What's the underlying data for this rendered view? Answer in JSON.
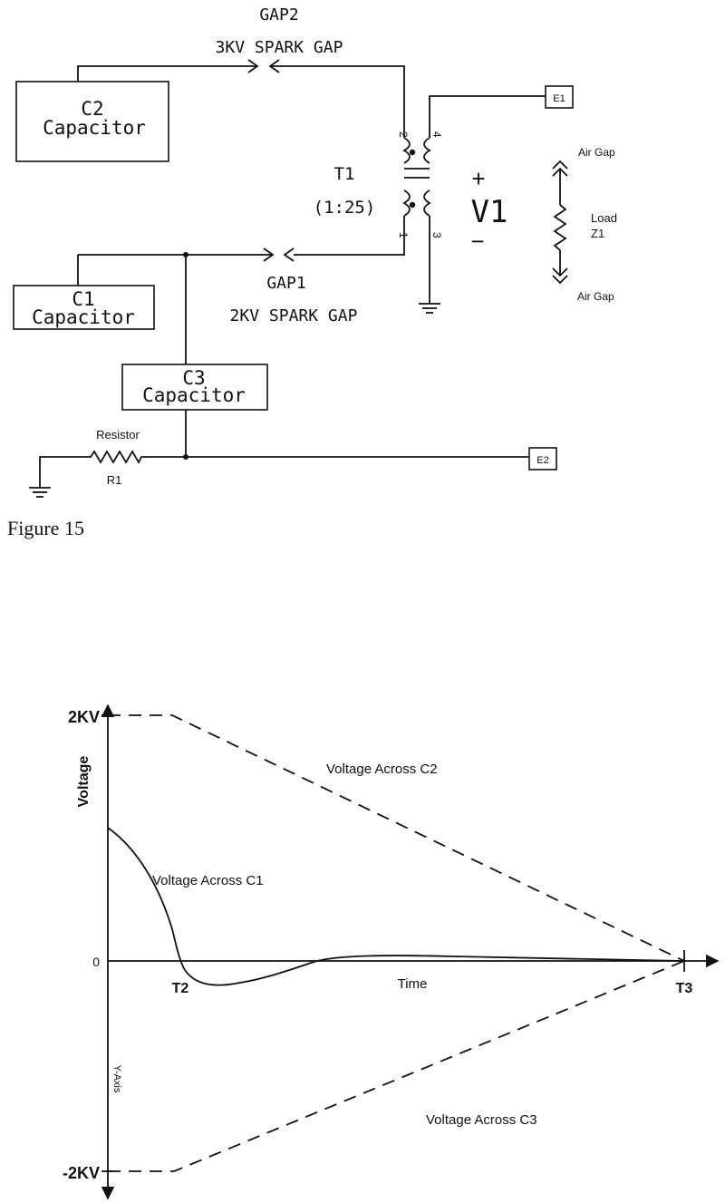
{
  "schematic": {
    "components": {
      "c2": {
        "name": "C2",
        "type": "Capacitor"
      },
      "c1": {
        "name": "C1",
        "type": "Capacitor"
      },
      "c3": {
        "name": "C3",
        "type": "Capacitor"
      },
      "gap2": {
        "name": "GAP2",
        "rating": "3KV SPARK GAP"
      },
      "gap1": {
        "name": "GAP1",
        "rating": "2KV SPARK GAP"
      },
      "t1": {
        "name": "T1",
        "ratio": "(1:25)",
        "pins": [
          "1",
          "2",
          "3",
          "4"
        ]
      },
      "v1": {
        "plus": "+",
        "name": "V1",
        "minus": "−"
      },
      "load": {
        "label": "Load",
        "name": "Z1",
        "air_gap_top": "Air Gap",
        "air_gap_bottom": "Air Gap"
      },
      "r1": {
        "label": "Resistor",
        "name": "R1"
      },
      "e1": "E1",
      "e2": "E2"
    },
    "caption": "Figure 15"
  },
  "graph": {
    "ylabel": "Voltage",
    "y_axis_label": "Y-Axis",
    "xlabel": "Time",
    "y_ticks": {
      "top": "2KV",
      "zero": "0",
      "bottom": "-2KV"
    },
    "x_ticks": {
      "t2": "T2",
      "t3": "T3"
    },
    "series_labels": {
      "c2": "Voltage Across C2",
      "c1": "Voltage Across C1",
      "c3": "Voltage Across C3"
    }
  }
}
